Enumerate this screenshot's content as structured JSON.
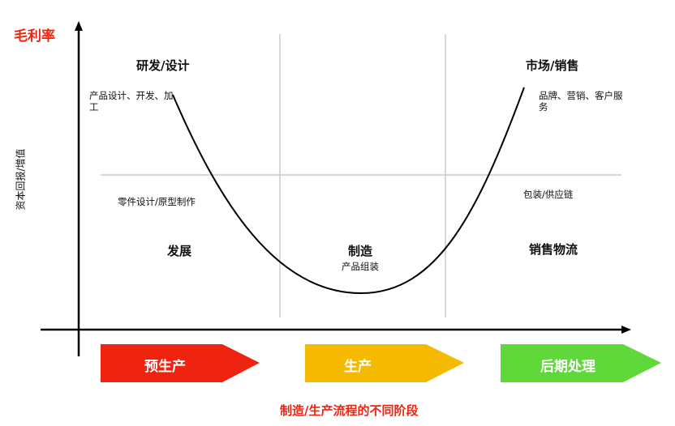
{
  "y_axis_title": "毛利率",
  "y_axis_label": "资本回报/增值",
  "regions": {
    "rd": {
      "title": "研发/设计",
      "detail": "产品设计、开发、加工",
      "lower": "零件设计/原型制作",
      "lower_title": "发展"
    },
    "manufacturing": {
      "title": "制造",
      "detail": "产品组装"
    },
    "marketing": {
      "title": "市场/销售",
      "detail": "品牌、营销、客户服务",
      "lower": "包装/供应链",
      "lower_title": "销售物流"
    }
  },
  "stages": [
    {
      "label": "预生产",
      "color": "#EE2410"
    },
    {
      "label": "生产",
      "color": "#F5BA00"
    },
    {
      "label": "后期处理",
      "color": "#5FD83A"
    }
  ],
  "footer": "制造/生产流程的不同阶段",
  "accent_color": "#EE2410"
}
